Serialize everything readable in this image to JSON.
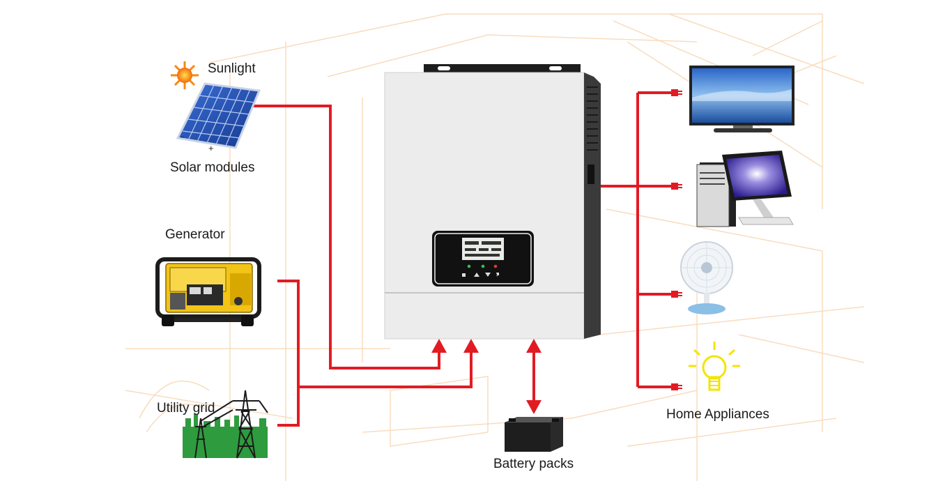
{
  "labels": {
    "sunlight": "Sunlight",
    "solar_modules": "Solar modules",
    "solar_minus": "-",
    "solar_plus": "+",
    "generator": "Generator",
    "utility_grid": "Utility grid",
    "battery_packs": "Battery packs",
    "home_appliances": "Home Appliances"
  },
  "colors": {
    "wire": "#e21b23",
    "inverter_body": "#e9e9e9",
    "inverter_side": "#3a3a3a",
    "background_lines": "#f7d7b3"
  },
  "icons": [
    "sun-icon",
    "solar-panel-icon",
    "generator-icon",
    "utility-tower-icon",
    "battery-icon",
    "tv-icon",
    "computer-icon",
    "fan-icon",
    "light-bulb-icon",
    "inverter-device"
  ]
}
